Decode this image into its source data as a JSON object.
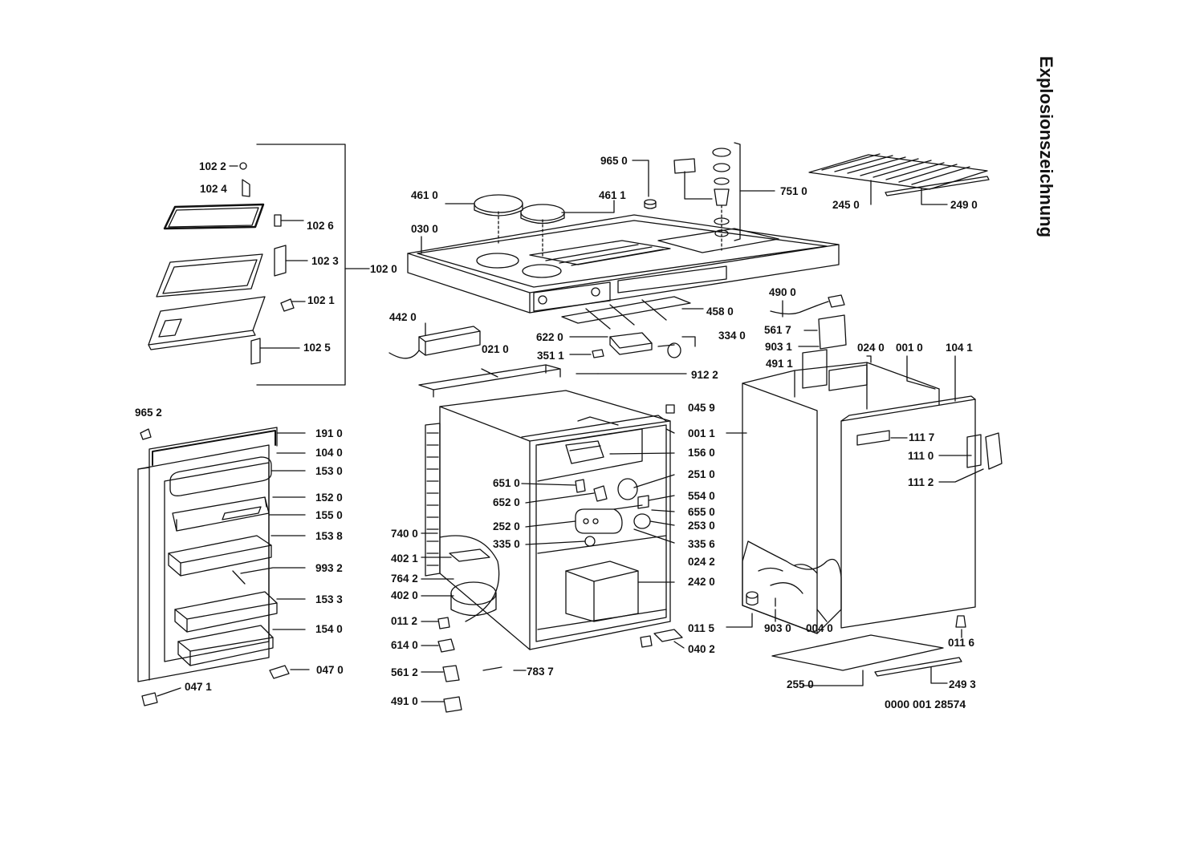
{
  "title": "Explosionszeichnung",
  "document_number": "0000 001 28574",
  "labels": {
    "l1022": "102 2",
    "l1024": "102 4",
    "l1026": "102 6",
    "l1023": "102 3",
    "l1020": "102 0",
    "l1021": "102 1",
    "l1025": "102 5",
    "l9650": "965 0",
    "l4610": "461 0",
    "l4611": "461 1",
    "l0300": "030 0",
    "l7510": "751 0",
    "l2450": "245 0",
    "l2490": "249 0",
    "l4580": "458 0",
    "l4900": "490 0",
    "l4420": "442 0",
    "l6220": "622 0",
    "l3340": "334 0",
    "l5617": "561 7",
    "l9031": "903 1",
    "l0240": "024 0",
    "l0010": "001 0",
    "l1041": "104 1",
    "l3511": "351 1",
    "l0210": "021 0",
    "l4911": "491 1",
    "l9122": "912 2",
    "l9652": "965 2",
    "l0459": "045 9",
    "l1910": "191 0",
    "l0011": "001 1",
    "l1117": "111 7",
    "l1040": "104 0",
    "l1560": "156 0",
    "l1110": "111 0",
    "l1530": "153 0",
    "l2510": "251 0",
    "l1112": "111 2",
    "l1520": "152 0",
    "l6510": "651 0",
    "l5540": "554 0",
    "l1550": "155 0",
    "l6520": "652 0",
    "l6550": "655 0",
    "l2520": "252 0",
    "l2530": "253 0",
    "l1538": "153 8",
    "l7400": "740 0",
    "l3350": "335 0",
    "l3356": "335 6",
    "l4021": "402 1",
    "l0242": "024 2",
    "l9932": "993 2",
    "l7642": "764 2",
    "l2420": "242 0",
    "l4020": "402 0",
    "l1533": "153 3",
    "l0112": "011 2",
    "l1540": "154 0",
    "l0115": "011 5",
    "l9030": "903 0",
    "l0040": "004 0",
    "l6140": "614 0",
    "l0402": "040 2",
    "l0116": "011 6",
    "l0470": "047 0",
    "l5612": "561 2",
    "l7837": "783 7",
    "l0471": "047 1",
    "l2550": "255 0",
    "l2493": "249 3",
    "l4910": "491 0"
  }
}
